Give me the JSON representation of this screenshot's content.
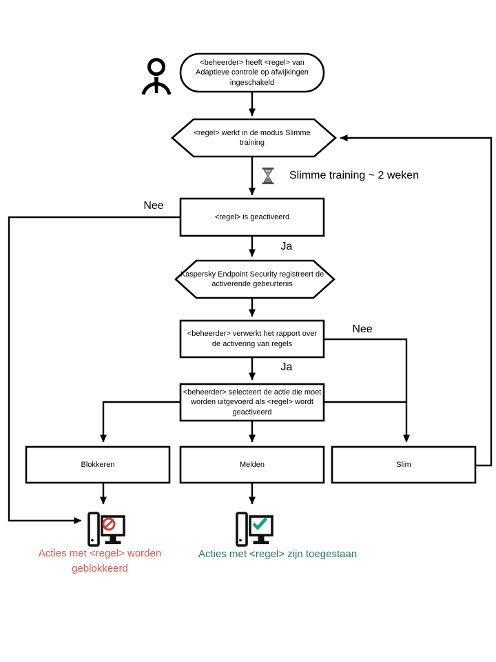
{
  "diagram": {
    "title": "Adaptive Anomaly Control smart training flowchart",
    "nodes": {
      "start": "<beheerder> heeft <regel> van Adaptieve controle op afwijkingen ingeschakeld",
      "mode": "<regel> werkt in de modus Slimme training",
      "triggered": "<regel> is geactiveerd",
      "registers": "Kaspersky Endpoint Security registreert de activerende gebeurtenis",
      "report": "<beheerder> verwerkt het rapport over de activering van regels",
      "select_action": "<beheerder> selecteert de actie die moet worden uitgevoerd als <regel> wordt geactiveerd",
      "block": "Blokkeren",
      "notify": "Melden",
      "smart": "Slim"
    },
    "labels": {
      "nee_left": "Nee",
      "ja_top": "Ja",
      "nee_right": "Nee",
      "ja_bottom": "Ja",
      "training_note": "Slimme training ~ 2 weken"
    },
    "results": {
      "blocked": "Acties met <regel> worden geblokkeerd",
      "allowed": "Acties met <regel> zijn toegestaan"
    },
    "icons": {
      "user": "person-icon",
      "hourglass": "hourglass-icon",
      "blocked_computer": "computer-blocked-icon",
      "allowed_computer": "computer-allowed-icon"
    },
    "colors": {
      "blocked_text": "#e0554a",
      "allowed_text": "#1e7b6b",
      "prohibition": "#d83a30",
      "check": "#00a88e",
      "line": "#000000"
    }
  }
}
